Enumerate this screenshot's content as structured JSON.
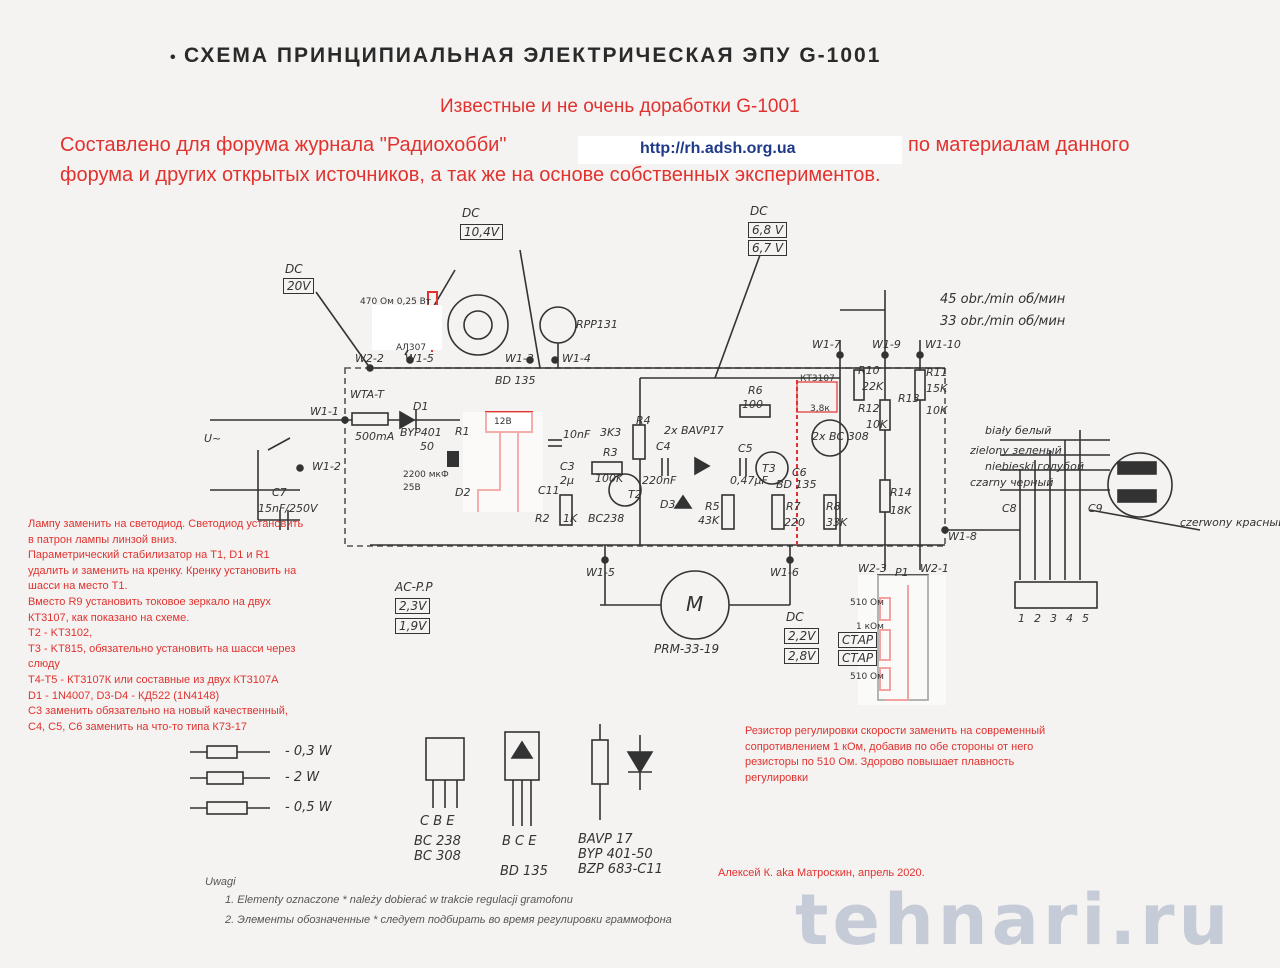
{
  "title": "СХЕМА ПРИНЦИПИАЛЬНАЯ ЭЛЕКТРИЧЕСКАЯ ЭПУ   G-1001",
  "subtitle": "Известные и не очень доработки G-1001",
  "credit": {
    "line1": "Составлено для форума журнала \"Радиохобби\"",
    "url": "http://rh.adsh.org.ua",
    "line1_tail": "по материалам данного",
    "line2": "форума и других открытых источников,  а так же на основе собственных экспериментов."
  },
  "voltages": {
    "dc_label": "DC",
    "dc_20v": "20V",
    "dc_104v": "10,4V",
    "dc_68v": "6,8 V",
    "dc_67v": "6,7 V",
    "acpp_label": "AC-P.P",
    "acpp_23v": "2,3V",
    "acpp_19v": "1,9V",
    "dc_22v": "2,2V",
    "dc_28v": "2,8V",
    "star1": "СТАР",
    "star2": "СТАР"
  },
  "speed": {
    "s45": "45 obr./min",
    "s45b": "об/мин",
    "s33": "33 obr./min",
    "s33b": "об/мин"
  },
  "components": {
    "w12": "W1-2",
    "w2_2": "W2-2",
    "w15": "W1-5",
    "w13": "W1-3",
    "w14": "W1-4",
    "w17": "W1-7",
    "w19": "W1-9",
    "w110": "W1-10",
    "w11": "W1-1",
    "w18": "W1-8",
    "w15b": "W1-5",
    "w16": "W1-6",
    "w23": "W2-3",
    "w21": "W2-1",
    "p1": "P1",
    "rpp": "RPP131",
    "bd135": "BD 135",
    "wta": "WTA-T",
    "fuse": "500mA",
    "d1": "D1",
    "byp": "BYP401",
    "fifty": "50",
    "r1": "R1",
    "d2": "D2",
    "c7": "C7",
    "c7v": "15nF/250V",
    "u": "U~",
    "c3": "C3",
    "c3v": "2µ",
    "c11": "C11",
    "r2": "R2",
    "r2v": "1K",
    "r3": "R3",
    "r3v": "100K",
    "r4": "R4",
    "r4v": "3K3",
    "c1": "10nF",
    "bc238": "BC238",
    "t2": "T2",
    "c4": "C4",
    "c4v": "220nF",
    "bavp": "2x BAVP17",
    "d3": "D3",
    "r5": "R5",
    "r5v": "43K",
    "c5": "C5",
    "c5v": "0,47µF",
    "r6": "R6",
    "r6v": "100",
    "t3": "T3",
    "bd135b": "BD 135",
    "r7": "R7",
    "r7v": "220",
    "c6": "C6",
    "bc308": "2x BC 308",
    "r8": "R8",
    "r8v": "33K",
    "r10": "R10",
    "r10v": "22K",
    "r11": "R11",
    "r11v": "15K",
    "r12": "R12",
    "r13": "R13",
    "r13v": "10K",
    "r12v": "10K",
    "r14": "R14",
    "r14v": "18K",
    "c8": "C8",
    "c9": "C9",
    "motor": "M",
    "motor_model": "PRM-33-19"
  },
  "wires": {
    "white": "biały белый",
    "green": "zielony зеленый",
    "blue": "niebieski голубой",
    "black": "czarny черный",
    "red": "czerwony красный",
    "pins": [
      "1",
      "2",
      "3",
      "4",
      "5"
    ]
  },
  "mods": {
    "led_res": "470 Ом 0,25 Вт",
    "led": "АЛ307",
    "reg": "12В",
    "cap": "2200 мкФ",
    "capv": "25В",
    "kt3107": "КТ3107",
    "r38k": "3,8к",
    "r510a": "510 Ом",
    "r1k": "1 кОм",
    "r510b": "510 Ом"
  },
  "notes_left": [
    "Лампу заменить на светодиод. Светодиод установить",
    "в патрон лампы линзой вниз.",
    "Параметрический стабилизатор на T1, D1 и R1",
    "удалить и заменить на кренку. Кренку установить на",
    "шасси на место T1.",
    "Вместо R9 установить токовое зеркало на двух",
    "КТ3107, как показано на схеме.",
    "T2 - KT3102,",
    "T3 - KT815, обязательно установить на шасси через",
    "слюду",
    "T4-T5 - КТ3107К или составные из двух КТ3107А",
    "D1 - 1N4007, D3-D4 - КД522 (1N4148)",
    "С3 заменить обязательно на новый качественный,",
    "С4, С5, С6 заменить на что-то типа К73-17"
  ],
  "notes_right": [
    "Резистор регулировки скорости заменить на современный",
    "сопротивлением 1 кОм, добавив по обе стороны от него",
    "резисторы по 510 Ом. Здорово повышает плавность",
    "регулировки"
  ],
  "author": "Алексей К. aka Матроскин, апрель 2020.",
  "legend": {
    "w03": "- 0,3 W",
    "w2": "- 2 W",
    "w05": "- 0,5 W",
    "pkg1_pins": "C B E",
    "pkg1_names": "BC 238\nBC 308",
    "pkg2_pins": "B C E",
    "pkg2_names": "BD 135",
    "pkg3_names": "BAVP 17\nBYP 401-50\nBZP 683-C11"
  },
  "footnotes": {
    "head": "Uwagi",
    "n1": "1. Elementy oznaczone * należy dobierać w trakcie regulacji gramofonu",
    "n2": "2. Элементы обозначенные * следует подбирать во время регулировки граммофона"
  },
  "watermark": "tehnari.ru"
}
